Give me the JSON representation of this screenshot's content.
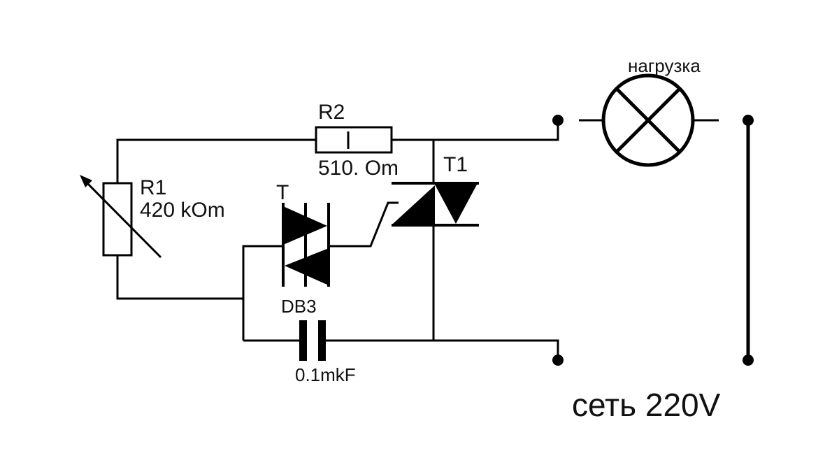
{
  "labels": {
    "r2_name": "R2",
    "r2_value": "510. Om",
    "r1_name": "R1",
    "r1_value": "420 kOm",
    "triac_name": "T1",
    "diac_t": "T",
    "diac_name": "DB3",
    "cap_value": "0.1mkF",
    "load_label": "нагрузка",
    "mains_label": "сеть 220V"
  },
  "colors": {
    "ink": "#000000",
    "background": "#ffffff"
  }
}
